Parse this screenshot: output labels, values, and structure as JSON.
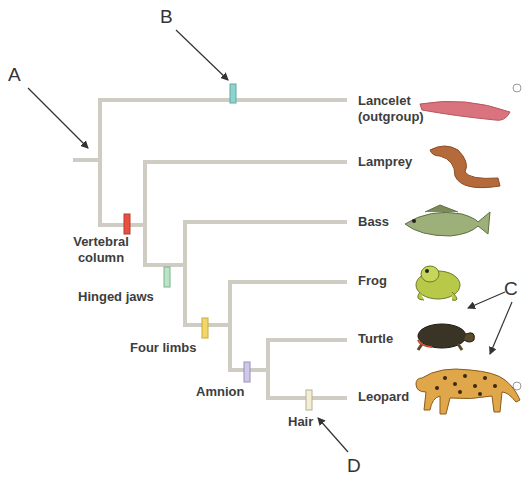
{
  "diagram": {
    "labels": [
      "A",
      "B",
      "Lancelet (outgroup)",
      "Lamprey",
      "Bass",
      "Vertebral column",
      "Hinged jaws",
      "Frog",
      "C",
      "Four limbs",
      "Turtle",
      "Amnion",
      "Leopard",
      "Hair",
      "D"
    ]
  }
}
